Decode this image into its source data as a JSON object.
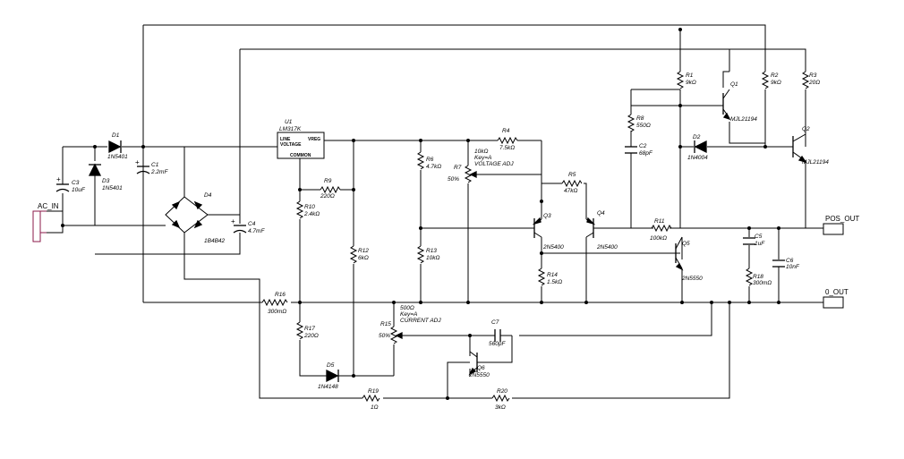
{
  "components": {
    "U1": {
      "ref": "U1",
      "value": "LM317K",
      "pins": {
        "line": "LINE",
        "voltage": "VOLTAGE",
        "vreg": "VREG",
        "common": "COMMON"
      }
    },
    "D1": {
      "ref": "D1",
      "value": "1N5401"
    },
    "D2": {
      "ref": "D2",
      "value": "1N4004"
    },
    "D3": {
      "ref": "D3",
      "value": "1N5401"
    },
    "D4": {
      "ref": "D4",
      "value": "1B4B42"
    },
    "D5": {
      "ref": "D5",
      "value": "1N4148"
    },
    "C1": {
      "ref": "C1",
      "value": "2.2mF"
    },
    "C2": {
      "ref": "C2",
      "value": "68pF"
    },
    "C3": {
      "ref": "C3",
      "value": "10uF"
    },
    "C4": {
      "ref": "C4",
      "value": "4.7mF"
    },
    "C5": {
      "ref": "C5",
      "value": "1uF"
    },
    "C6": {
      "ref": "C6",
      "value": "10nF"
    },
    "C7": {
      "ref": "C7",
      "value": "560pF"
    },
    "R1": {
      "ref": "R1",
      "value": "9kΩ"
    },
    "R2": {
      "ref": "R2",
      "value": "9kΩ"
    },
    "R3": {
      "ref": "R3",
      "value": "20Ω"
    },
    "R4": {
      "ref": "R4",
      "value": "7.5kΩ"
    },
    "R5": {
      "ref": "R5",
      "value": "47kΩ"
    },
    "R6": {
      "ref": "R6",
      "value": "4.7kΩ"
    },
    "R7": {
      "ref": "R7",
      "value": "10kΩ",
      "key": "Key=A",
      "label": "VOLTAGE ADJ",
      "pct": "50%"
    },
    "R8": {
      "ref": "R8",
      "value": "550Ω"
    },
    "R9": {
      "ref": "R9",
      "value": "220Ω"
    },
    "R10": {
      "ref": "R10",
      "value": "2.4kΩ"
    },
    "R11": {
      "ref": "R11",
      "value": "100kΩ"
    },
    "R12": {
      "ref": "R12",
      "value": "6kΩ"
    },
    "R13": {
      "ref": "R13",
      "value": "10kΩ"
    },
    "R14": {
      "ref": "R14",
      "value": "1.5kΩ"
    },
    "R15": {
      "ref": "R15",
      "value": "500Ω",
      "key": "Key=A",
      "label": "CURRENT ADJ",
      "pct": "50%"
    },
    "R16": {
      "ref": "R16",
      "value": "300mΩ"
    },
    "R17": {
      "ref": "R17",
      "value": "220Ω"
    },
    "R18": {
      "ref": "R18",
      "value": "300mΩ"
    },
    "R19": {
      "ref": "R19",
      "value": "1Ω"
    },
    "R20": {
      "ref": "R20",
      "value": "3kΩ"
    },
    "Q1": {
      "ref": "Q1",
      "value": "MJL21194"
    },
    "Q2": {
      "ref": "Q2",
      "value": "MJL21194"
    },
    "Q3": {
      "ref": "Q3",
      "value": "2N5400"
    },
    "Q4": {
      "ref": "Q4",
      "value": "2N5400"
    },
    "Q5": {
      "ref": "Q5",
      "value": "2N5550"
    },
    "Q6": {
      "ref": "Q6",
      "value": "2N5550"
    }
  },
  "connectors": {
    "ac_in": "AC_IN",
    "pos_out": "POS_OUT",
    "zero_out": "0_OUT"
  },
  "plus_sign": "+"
}
